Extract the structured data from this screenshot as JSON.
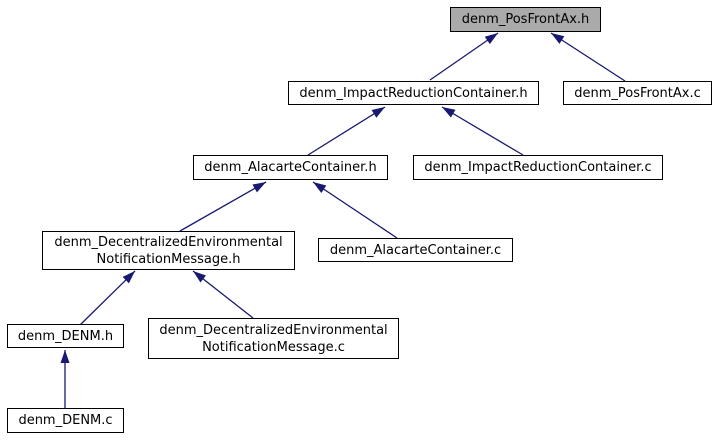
{
  "graph": {
    "edge_color": "#191970",
    "node_fill": "#ffffff",
    "node_border_color": "#000000",
    "highlighted_node_fill": "#aaaaaa",
    "text_color": "#000000",
    "nodes": [
      {
        "id": "denm_PosFrontAx.h",
        "label": "denm_PosFrontAx.h",
        "highlighted": true
      },
      {
        "id": "denm_ImpactReductionContainer.h",
        "label": "denm_ImpactReductionContainer.h",
        "highlighted": false
      },
      {
        "id": "denm_PosFrontAx.c",
        "label": "denm_PosFrontAx.c",
        "highlighted": false
      },
      {
        "id": "denm_AlacarteContainer.h",
        "label": "denm_AlacarteContainer.h",
        "highlighted": false
      },
      {
        "id": "denm_ImpactReductionContainer.c",
        "label": "denm_ImpactReductionContainer.c",
        "highlighted": false
      },
      {
        "id": "denm_DecentralizedEnvironmentalNotificationMessage.h",
        "label": "denm_DecentralizedEnvironmental\nNotificationMessage.h",
        "highlighted": false
      },
      {
        "id": "denm_AlacarteContainer.c",
        "label": "denm_AlacarteContainer.c",
        "highlighted": false
      },
      {
        "id": "denm_DENM.h",
        "label": "denm_DENM.h",
        "highlighted": false
      },
      {
        "id": "denm_DecentralizedEnvironmentalNotificationMessage.c",
        "label": "denm_DecentralizedEnvironmental\nNotificationMessage.c",
        "highlighted": false
      },
      {
        "id": "denm_DENM.c",
        "label": "denm_DENM.c",
        "highlighted": false
      }
    ],
    "edges": [
      {
        "from": "denm_ImpactReductionContainer.h",
        "to": "denm_PosFrontAx.h"
      },
      {
        "from": "denm_PosFrontAx.c",
        "to": "denm_PosFrontAx.h"
      },
      {
        "from": "denm_AlacarteContainer.h",
        "to": "denm_ImpactReductionContainer.h"
      },
      {
        "from": "denm_ImpactReductionContainer.c",
        "to": "denm_ImpactReductionContainer.h"
      },
      {
        "from": "denm_DecentralizedEnvironmentalNotificationMessage.h",
        "to": "denm_AlacarteContainer.h"
      },
      {
        "from": "denm_AlacarteContainer.c",
        "to": "denm_AlacarteContainer.h"
      },
      {
        "from": "denm_DENM.h",
        "to": "denm_DecentralizedEnvironmentalNotificationMessage.h"
      },
      {
        "from": "denm_DecentralizedEnvironmentalNotificationMessage.c",
        "to": "denm_DecentralizedEnvironmentalNotificationMessage.h"
      },
      {
        "from": "denm_DENM.c",
        "to": "denm_DENM.h"
      }
    ]
  }
}
